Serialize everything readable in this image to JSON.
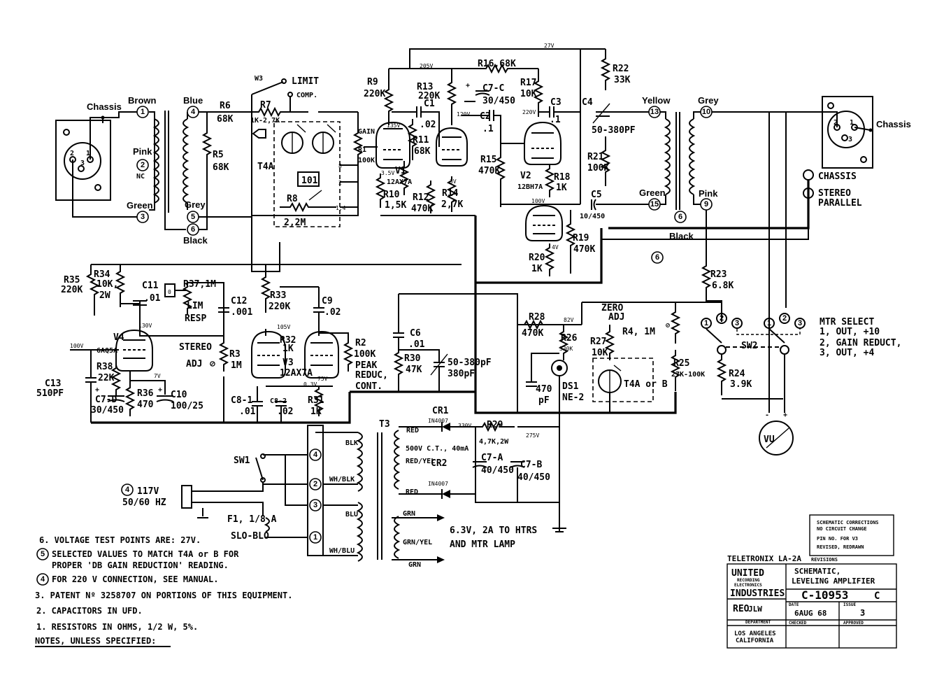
{
  "connectors": {
    "input": {
      "chassis": "Chassis",
      "pins": [
        "1",
        "2",
        "3"
      ]
    },
    "output": {
      "chassis": "Chassis",
      "pins": [
        "1",
        "2",
        "3"
      ]
    }
  },
  "wire_labels": {
    "brown": "Brown",
    "blue": "Blue",
    "pink_in": "Pink",
    "nc": "NC",
    "green_in": "Green",
    "grey_in": "Grey",
    "black_in": "Black",
    "yellow": "Yellow",
    "grey_out": "Grey",
    "green_out": "Green",
    "pink_out": "Pink",
    "black_out": "Black"
  },
  "terminals": [
    "1",
    "2",
    "3",
    "4",
    "5",
    "6",
    "13",
    "10",
    "15",
    "9",
    "6",
    "6"
  ],
  "jacks": {
    "chassis": "CHASSIS",
    "stereo": "STEREO",
    "parallel": "PARALLEL"
  },
  "components": {
    "r6": "R6",
    "r6v": "68K",
    "r5": "R5",
    "r5v": "68K",
    "r7": "R7",
    "r7v": "1K-2,7K",
    "sw3": "W3",
    "limit": "LIMIT",
    "comp": "COMP.",
    "t4a": "T4A",
    "r8": "R8",
    "r8v": "2,2M",
    "gain": "GAIN",
    "r1": "R1",
    "r1v": "100K",
    "r9": "R9",
    "r9v": "220K",
    "r11": "R11",
    "r11v": "68K",
    "r10": "R10",
    "r10v": "1,5K",
    "v1": "V1",
    "v1t": "12AX7A",
    "r13": "R13",
    "r13v": "220K",
    "c1": "C1",
    "c1v": ".02",
    "r12": "R12",
    "r12v": "470K",
    "c7c": "C7-C",
    "c7cv": "30/450",
    "c2": "C2",
    "c2v": ".1",
    "r14": "R14",
    "r14v": "2,7K",
    "r15": "R15",
    "r15v": "470K",
    "r16": "R16,68K",
    "r17": "R17",
    "r17v": "10K",
    "c3": "C3",
    "c3v": ".1",
    "v2": "V2",
    "v2t": "12BH7A",
    "r18": "R18",
    "r18v": "1K",
    "r19": "R19",
    "r19v": "470K",
    "r20": "R20",
    "r20v": "1K",
    "c4": "C4",
    "c4v": "50-380PF",
    "r22": "R22",
    "r22v": "33K",
    "r21": "R21",
    "r21v": "100K",
    "c5": "C5",
    "c5v": "10/450",
    "r35": "R35",
    "r35v": "220K",
    "r34": "R34",
    "r34v": "10K,",
    "r34w": "2W",
    "c11": "C11",
    "c11v": ".01",
    "r37": "R37,1M",
    "r37a": "LIM",
    "r37b": "RESP",
    "c12": "C12",
    "c12v": ".001",
    "r33": "R33",
    "r33v": "220K",
    "c9": "C9",
    "c9v": ".02",
    "v4": "V4",
    "v4t": "6AQ5A",
    "r38": "R38",
    "r38v": "22K",
    "c7d": "C7-D",
    "c7dv": "30/450",
    "r36": "R36",
    "r36v": "470",
    "c10": "C10",
    "c10v": "100/25",
    "c13": "C13",
    "c13v": "510PF",
    "stereo": "STEREO",
    "adj": "ADJ",
    "r3": "R3",
    "r3v": "1M",
    "r32": "R32",
    "r32v": "1K",
    "v3": "V3",
    "v3t": "12AX7A",
    "c81": "C8-1",
    "c81v": ".01",
    "c82": "C8-2",
    "c82v": ".02",
    "r31": "R31",
    "r31v": "1K",
    "r2": "R2",
    "r2v": "100K",
    "r2a": "PEAK",
    "r2b": "REDUC,",
    "r2c": "CONT.",
    "c6": "C6",
    "c6v": ".01",
    "r30": "R30",
    "r30v": "47K",
    "cvar": "50-380pF",
    "r28": "R28",
    "r28v": "470K",
    "r26": "R26",
    "r26v": "330K",
    "r27": "R27",
    "r27v": "10K",
    "zero": "ZERO",
    "zadj": "ADJ",
    "r4": "R4, 1M",
    "r25": "R25",
    "r25v": "27K-100K",
    "t4ab": "T4A or B",
    "cn": "470",
    "cnp": "pF",
    "ds1": "DS1",
    "ne2": "NE-2",
    "r23": "R23",
    "r23v": "6.8K",
    "r24": "R24",
    "r24v": "3.9K",
    "sw2": "SW2",
    "mtr1": "MTR SELECT",
    "mtr2": "1, OUT, +10",
    "mtr3": "2, GAIN REDUCT,",
    "mtr4": "3, OUT, +4",
    "vu": "VU",
    "cr1": "CR1",
    "cr1v": "IN4007",
    "cr2": "CR2",
    "cr2v": "IN4007",
    "r29": "R29",
    "r29v": "4,7K,2W",
    "c7a": "C7-A",
    "c7av": "40/450",
    "c7b": "C7-B",
    "c7bv": "40/450",
    "t3": "T3",
    "red1": "RED",
    "hv": "500V C.T., 40mA",
    "redylw": "RED/YEL",
    "red2": "RED",
    "grn1": "GRN",
    "grnylw": "GRN/YEL",
    "grn2": "GRN",
    "htrs1": "6.3V, 2A TO HTRS",
    "htrs2": "AND MTR LAMP",
    "blk": "BLK",
    "whblk": "WH/BLK",
    "blu": "BLU",
    "whblu": "WH/BLU",
    "sw1": "SW1",
    "v117": "117V",
    "hz": "50/60 HZ",
    "f1": "F1, 1/8 A",
    "slo": "SLO-BLO"
  },
  "voltages": [
    "27V",
    "205V",
    "135V",
    "120V",
    "220V",
    "100V",
    "130V",
    "105V",
    "7V",
    "0.3V",
    "75V",
    "82V",
    "330V",
    "275V",
    "3.5V",
    "3V",
    "1,4",
    "4"
  ],
  "notes": {
    "n6": "6. VOLTAGE TEST POINTS ARE: 27V.",
    "n5a": "SELECTED VALUES TO MATCH T4A or B FOR",
    "n5b": "PROPER 'DB GAIN REDUCTION' READING.",
    "n4": "FOR 220 V CONNECTION, SEE MANUAL.",
    "n3": "3. PATENT Nº 3258707 ON PORTIONS OF THIS EQUIPMENT.",
    "n2": "2. CAPACITORS IN UFD.",
    "n1": "1. RESISTORS IN OHMS, 1/2 W, 5%.",
    "header": "NOTES, UNLESS SPECIFIED:"
  },
  "title_block": {
    "model": "TELETRONIX LA-2A",
    "rev_c": "SCHEMATIC CORRECTIONS",
    "rev_c2": "NO CIRCUIT CHANGE",
    "rev_b": "PIN NO. FOR V3",
    "rev_a": "REVISED, REDRAWN",
    "revisions": "REVISIONS",
    "company1": "UNITED",
    "company2": "RECORDING",
    "company3": "ELECTRONICS",
    "company4": "INDUSTRIES",
    "title1": "SCHEMATIC,",
    "title2": "LEVELING AMPLIFIER",
    "drawing_no": "C-10953",
    "rev": "C",
    "drawn": "REO",
    "drawn2": "JLW",
    "date_lbl": "DATE",
    "date": "6AUG 68",
    "issue_lbl": "ISSUE",
    "issue": "3",
    "dept": "DEPARTMENT",
    "checked": "CHECKED",
    "approved": "APPROVED",
    "city1": "LOS ANGELES",
    "city2": "CALIFORNIA"
  }
}
